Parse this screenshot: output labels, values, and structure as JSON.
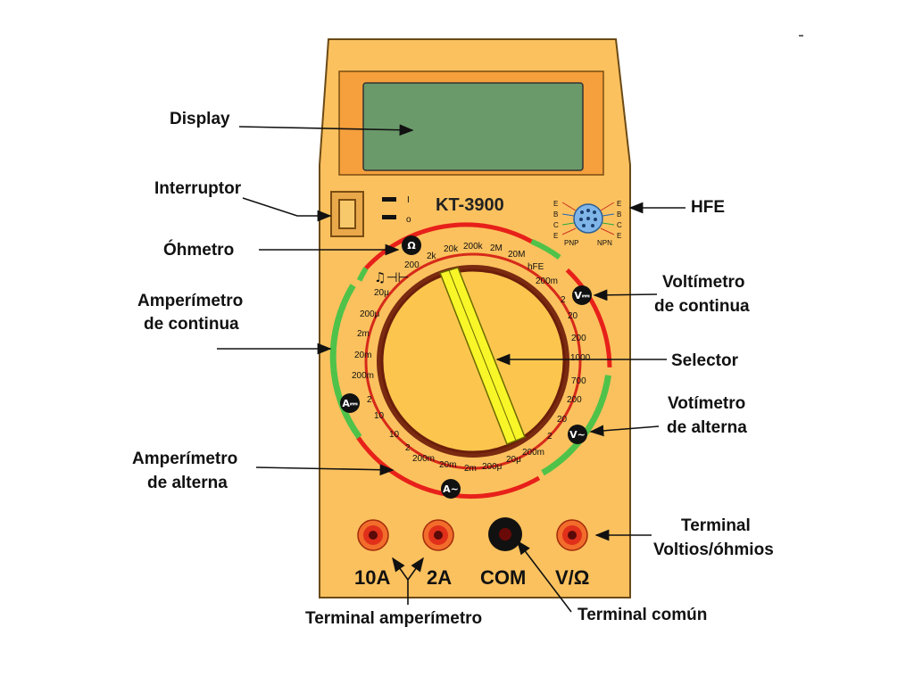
{
  "device": {
    "model": "KT-3900",
    "colors": {
      "body": "#fbc15e",
      "display_frame": "#f5a03c",
      "screen": "#6b9a6a",
      "knob": "#fcc64e",
      "pointer": "#f8f628",
      "red_arc": "#e8201a",
      "green_arc": "#4fc24a"
    },
    "switch_marks": {
      "on": "I",
      "off": "o"
    },
    "hfe_socket": {
      "left_pins": [
        "E",
        "B",
        "C",
        "E"
      ],
      "right_pins": [
        "E",
        "B",
        "C",
        "E"
      ],
      "left_label": "PNP",
      "right_label": "NPN"
    },
    "dial_symbols": {
      "ohm": "Ω",
      "dc_volt": "V⎓",
      "ac_volt": "V~",
      "dc_amp": "A⎓",
      "ac_amp": "A~",
      "continuity": "♫⊣⊢"
    },
    "scale": {
      "ohm": [
        "200",
        "2k",
        "20k",
        "200k",
        "2M",
        "20M"
      ],
      "hfe": "hFE",
      "dcv": [
        "200m",
        "2",
        "20",
        "200",
        "1000"
      ],
      "acv": [
        "700",
        "200",
        "20",
        "2",
        "200m"
      ],
      "aca": [
        "20μ",
        "200μ",
        "2m",
        "20m",
        "200m",
        "2",
        "10"
      ],
      "dca": [
        "20μ",
        "200μ",
        "2m",
        "20m",
        "200m",
        "2",
        "10"
      ]
    },
    "terminals": [
      "10A",
      "2A",
      "COM",
      "V/Ω"
    ]
  },
  "callouts": {
    "display": "Display",
    "interruptor": "Interruptor",
    "ohmetro": "Óhmetro",
    "amp_dc_1": "Amperímetro",
    "amp_dc_2": "de continua",
    "amp_ac_1": "Amperímetro",
    "amp_ac_2": "de alterna",
    "hfe": "HFE",
    "volt_dc_1": "Voltímetro",
    "volt_dc_2": "de continua",
    "selector": "Selector",
    "volt_ac_1": "Votímetro",
    "volt_ac_2": "de alterna",
    "terminal_vo_1": "Terminal",
    "terminal_vo_2": "Voltios/óhmios",
    "terminal_amp": "Terminal amperímetro",
    "terminal_com": "Terminal común"
  }
}
